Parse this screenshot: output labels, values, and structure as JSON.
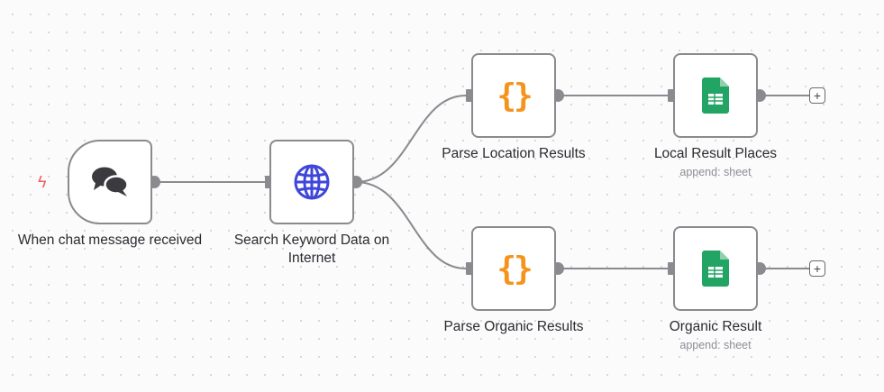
{
  "nodes": {
    "chat_trigger": {
      "label": "When chat message received",
      "icon": "chat-bubbles-icon"
    },
    "http": {
      "label": "Search Keyword Data on Internet",
      "icon": "globe-icon"
    },
    "parse_location": {
      "label": "Parse Location Results",
      "icon": "curly-braces-icon"
    },
    "parse_organic": {
      "label": "Parse Organic Results",
      "icon": "curly-braces-icon"
    },
    "sheet_local": {
      "label": "Local Result Places",
      "subtitle": "append: sheet",
      "icon": "google-sheets-icon"
    },
    "sheet_organic": {
      "label": "Organic Result",
      "subtitle": "append: sheet",
      "icon": "google-sheets-icon"
    }
  },
  "glyphs": {
    "trigger_bolt": "ϟ",
    "code": "{}",
    "plus": "+"
  },
  "colors": {
    "accent_trigger": "#f0605d",
    "globe": "#3f47d8",
    "code": "#f4941d",
    "sheets": "#21a464",
    "wire": "#8a8a8f"
  }
}
